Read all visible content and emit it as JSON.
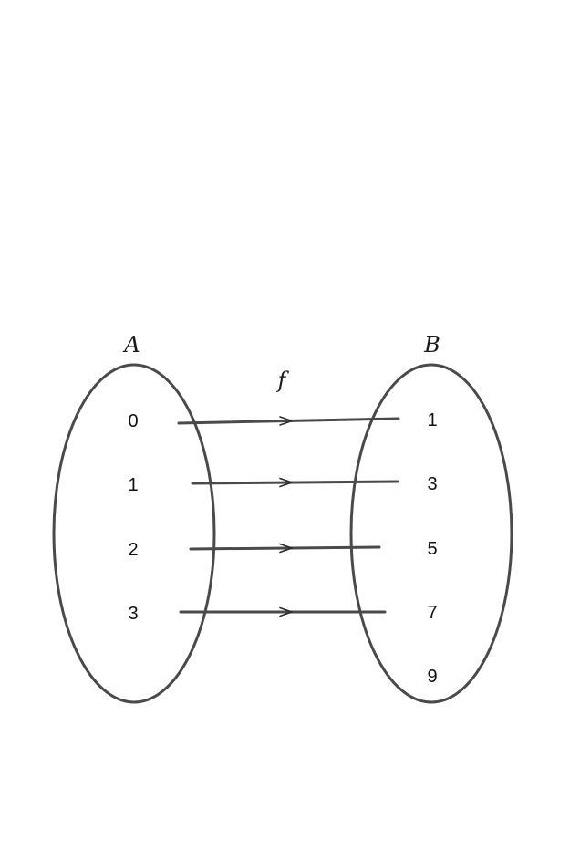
{
  "set_a": {
    "label": "A",
    "elements": [
      "0",
      "1",
      "2",
      "3"
    ]
  },
  "set_b": {
    "label": "B",
    "elements": [
      "1",
      "3",
      "5",
      "7",
      "9"
    ]
  },
  "function": {
    "label": "f"
  },
  "mapping": [
    {
      "from": "0",
      "to": "1"
    },
    {
      "from": "1",
      "to": "3"
    },
    {
      "from": "2",
      "to": "5"
    },
    {
      "from": "3",
      "to": "7"
    }
  ]
}
